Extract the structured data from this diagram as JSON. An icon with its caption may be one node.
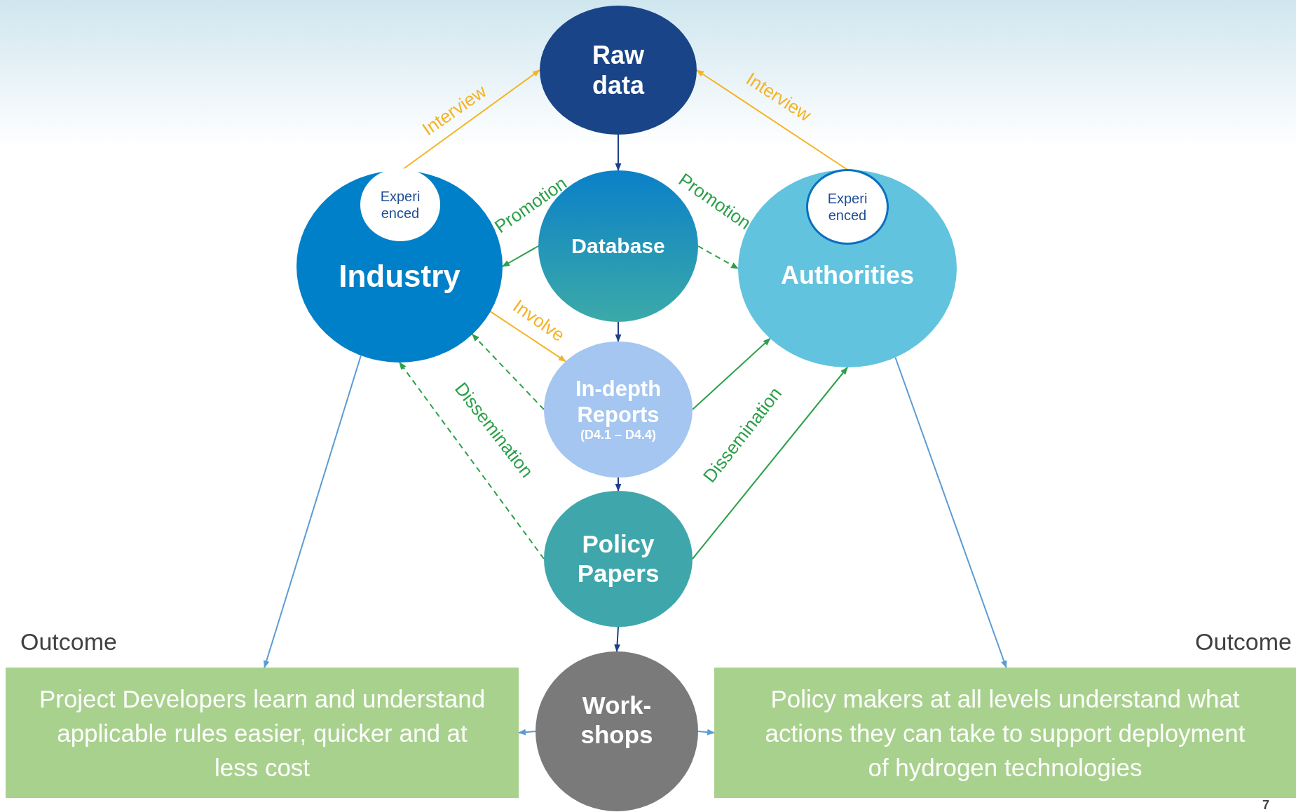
{
  "diagram": {
    "nodes": [
      {
        "text": [
          "Raw data"
        ]
      },
      {
        "text": [
          "Industry"
        ]
      },
      {
        "text": [
          "Experi enced"
        ],
        "in": 1
      },
      {
        "text": [
          "Database"
        ]
      },
      {
        "text": [
          "Authorities"
        ]
      },
      {
        "text": [
          "Experi enced"
        ],
        "in": 4
      },
      {
        "text": [
          "In-depth Reports",
          "(D4.1 – D4.4)"
        ]
      },
      {
        "text": [
          "Policy Papers"
        ]
      },
      {
        "text": [
          "Work- shops"
        ]
      },
      {
        "text": [
          "Project Developers learn and understand applicable rules easier, quicker and at less cost"
        ],
        "beside": [
          "Outcome"
        ]
      },
      {
        "text": [
          "Policy makers at all levels understand what actions they can take to support deployment of hydrogen technologies"
        ],
        "beside": [
          "Outcome"
        ]
      }
    ],
    "edges": [
      {
        "from": 1,
        "to": 0,
        "arrow": "to",
        "label": "Interview",
        "color": "#f5b326"
      },
      {
        "from": 4,
        "to": 0,
        "arrow": "to",
        "label": "Interview",
        "color": "#f5b326"
      },
      {
        "from": 0,
        "to": 3,
        "arrow": "to",
        "color": "#1f3f8a"
      },
      {
        "from": 3,
        "to": 1,
        "arrow": "to",
        "label": "Promotion"
      },
      {
        "from": 3,
        "to": 4,
        "arrow": "to",
        "label": "Promotion",
        "style": "dashed"
      },
      {
        "from": 1,
        "to": 6,
        "arrow": "to",
        "label": "Involve",
        "color": "#f5b326"
      },
      {
        "from": 3,
        "to": 6,
        "arrow": "to",
        "color": "#1f3f8a"
      },
      {
        "from": 6,
        "to": 1,
        "arrow": "to",
        "style": "dashed"
      },
      {
        "from": 6,
        "to": 4,
        "arrow": "to"
      },
      {
        "from": 6,
        "to": 7,
        "arrow": "to",
        "color": "#1f3f8a"
      },
      {
        "from": 7,
        "to": 1,
        "arrow": "to",
        "label": "Dissemination",
        "style": "dashed"
      },
      {
        "from": 7,
        "to": 4,
        "arrow": "to",
        "label": "Dissemination"
      },
      {
        "from": 7,
        "to": 8,
        "arrow": "to",
        "color": "#1f3f8a"
      },
      {
        "from": 8,
        "to": 9,
        "arrow": "to",
        "color": "#5b9bd5"
      },
      {
        "from": 8,
        "to": 10,
        "arrow": "to",
        "color": "#5b9bd5"
      },
      {
        "from": 1,
        "to": 9,
        "arrow": "to",
        "color": "#5b9bd5"
      },
      {
        "from": 4,
        "to": 10,
        "arrow": "to",
        "color": "#5b9bd5"
      }
    ],
    "labels": [
      "7"
    ]
  }
}
